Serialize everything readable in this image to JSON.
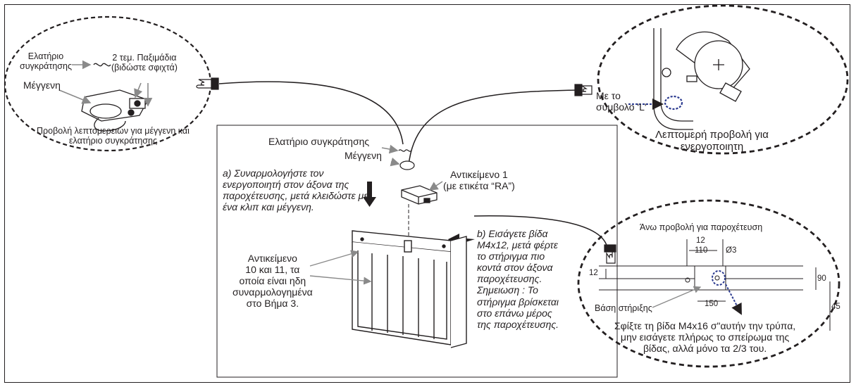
{
  "left_detail": {
    "spring_label": "Ελατήριο\nσυγκράτησης",
    "nuts_label": "2 τεμ. Παξιμάδια\n(βιδώστε σφιχτά)",
    "clamp_label": "Μέγγενη",
    "caption": "Προβολή λεπτομερειών για μέγγενη και\nελατήριο συγκράτησης"
  },
  "right_detail": {
    "symbol_label": "Με το\nσύμβολο 'L'",
    "caption": "Λεπτομερή προβολή για\nενεργοποιητη"
  },
  "center": {
    "spring_label": "Ελατήριο συγκράτησης",
    "clamp_label": "Μέγγενη",
    "step_a": "a) Συναρμολογήστε τον\nενεργοποιητή στον άξονα της\nπαροχέτευσης, μετά κλειδώστε με\nένα κλιπ και μέγγενη.",
    "item1_label": "Αντικείμενο 1\n(με ετικέτα “RA”)",
    "items_10_11": "Αντικείμενο\n10 και 11, τα\nοποία είναι ηδη\nσυναρμολογημένα\nστο Βήμα 3.",
    "step_b": "b) Εισάγετε βίδα\nM4x12, μετά φέρτε\nτο στήριγμα πιο\nκοντά στον άξονα\nπαροχέτευσης.\nΣημειωση : Το\nστήριγμα βρίσκεται\nστο επάνω μέρος\nτης παροχέτευσης."
  },
  "bottom_detail": {
    "title": "Άνω προβολή για παροχέτευση",
    "dim_12_top": "12",
    "dim_110": "110",
    "dim_d3": "Ø3",
    "dim_12_left": "12",
    "dim_90": "90",
    "dim_150": "150",
    "dim_45": "45",
    "bracket_label": "Βάση στήριξης",
    "instruction": "Σφίξτε τη βίδα M4x16 σ\"αυτήν την τρύπα,\nμην εισάγετε πλήρως το σπείρωμα της\nβίδας, αλλά μόνο τα 2/3 του."
  },
  "colors": {
    "ink": "#231f20",
    "highlight": "#2b3a8f",
    "gray": "#8a8a8a"
  }
}
